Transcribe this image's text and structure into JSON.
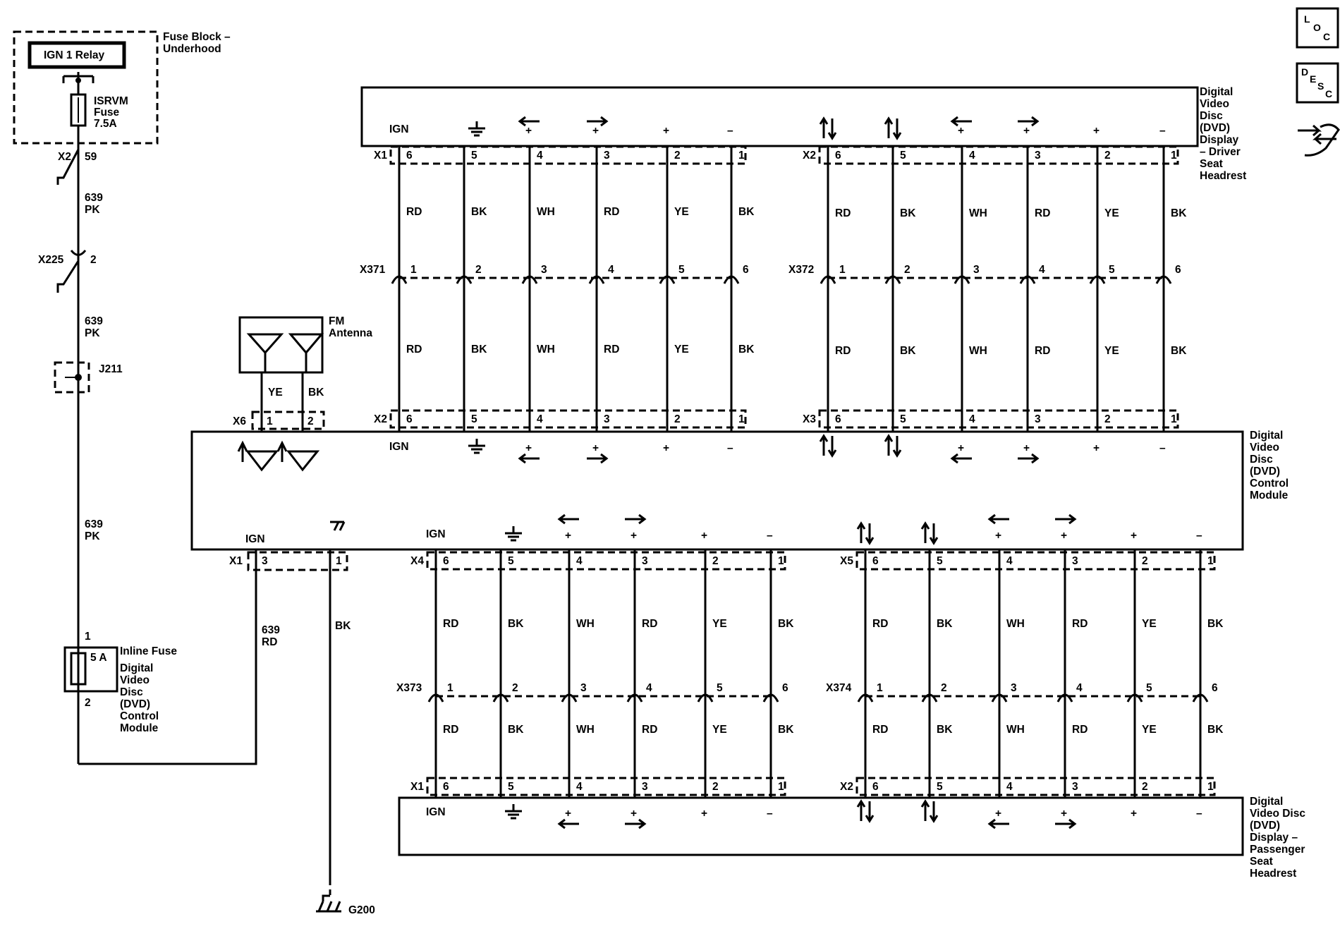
{
  "fuse_block": {
    "label_line1": "Fuse Block –",
    "label_line2": "Underhood"
  },
  "relay": {
    "label": "IGN 1  Relay"
  },
  "fuse": {
    "line1": "ISRVM",
    "line2": "Fuse",
    "line3": "7.5A"
  },
  "connectors": {
    "x2_fb": "X2",
    "x2_fb_pin": "59",
    "x225": "X225",
    "x225_pin": "2",
    "j211": "J211",
    "x6": "X6",
    "x1_ctrl": "X1",
    "x4": "X4",
    "x5": "X5",
    "x2_ctrl": "X2",
    "x3_ctrl": "X3",
    "x371": "X371",
    "x372": "X372",
    "x373": "X373",
    "x374": "X374",
    "x1_drv": "X1",
    "x2_drv": "X2",
    "x1_pas": "X1",
    "x2_pas": "X2"
  },
  "circuit": {
    "num": "639",
    "pk": "PK",
    "rd": "RD",
    "bk": "BK"
  },
  "inline_fuse": {
    "pin1": "1",
    "pin2": "2",
    "rating": "5 A",
    "title": "Inline Fuse",
    "sub": [
      "Digital",
      "Video",
      "Disc",
      "(DVD)",
      "Control",
      "Module"
    ]
  },
  "fm_antenna": {
    "line1": "FM",
    "line2": "Antenna",
    "ye": "YE",
    "bk": "BK",
    "pin1": "1",
    "pin2": "2"
  },
  "ground": {
    "label": "G200"
  },
  "modules": {
    "driver": [
      "Digital",
      "Video",
      "Disc",
      "(DVD)",
      "Display",
      "– Driver",
      "Seat",
      "Headrest"
    ],
    "control": [
      "Digital",
      "Video",
      "Disc",
      "(DVD)",
      "Control",
      "Module"
    ],
    "passenger": [
      "Digital",
      "Video Disc",
      "(DVD)",
      "Display –",
      "Passenger",
      "Seat",
      "Headrest"
    ]
  },
  "symbols": {
    "ign": "IGN",
    "plus": "+",
    "minus": "–"
  },
  "icons": {
    "loc": [
      "L",
      "O",
      "C"
    ],
    "desc": [
      "D",
      "E",
      "S",
      "C"
    ]
  },
  "pins6": [
    "6",
    "5",
    "4",
    "3",
    "2",
    "1"
  ],
  "inline_pins": [
    "1",
    "2",
    "3",
    "4",
    "5",
    "6"
  ],
  "wire_colors": [
    "RD",
    "BK",
    "WH",
    "RD",
    "YE",
    "BK"
  ],
  "ctrl_x1_pins": [
    "3",
    "1"
  ]
}
